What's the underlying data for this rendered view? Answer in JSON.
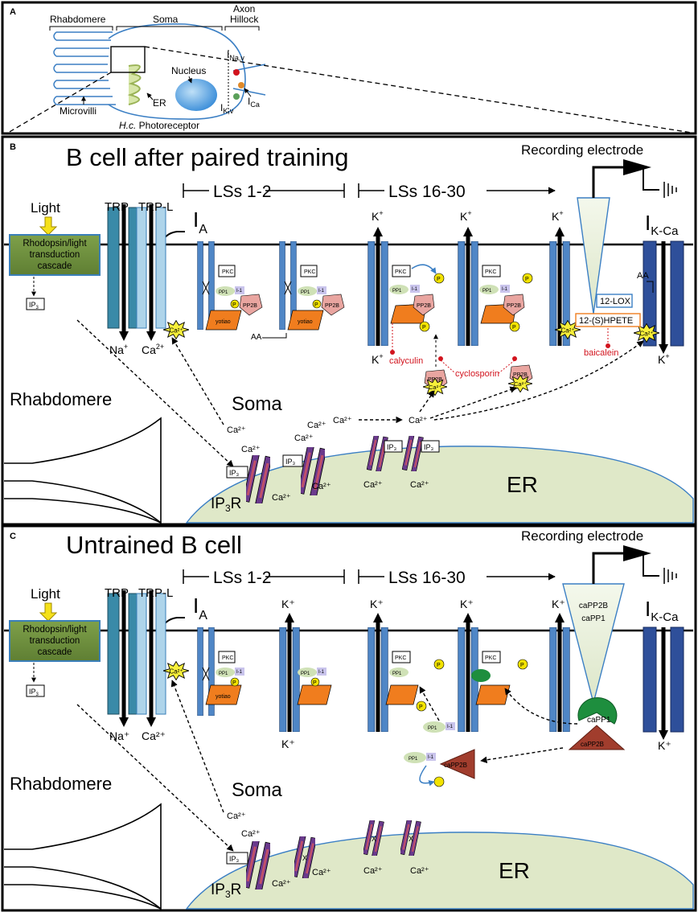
{
  "panel_a": {
    "letter": "A",
    "rhabdomere": "Rhabdomere",
    "soma": "Soma",
    "axon": "Axon",
    "hillock": "Hillock",
    "nucleus": "Nucleus",
    "microvilli": "Microvilli",
    "er": "ER",
    "caption_italic": "H.c.",
    "caption_rest": " Photoreceptor",
    "i_nav": "I",
    "i_nav_sub": "Na,v",
    "i_kv": "I",
    "i_kv_sub": "K,v",
    "i_ca": "I",
    "i_ca_sub": "Ca"
  },
  "panel_b": {
    "letter": "B",
    "title": "B cell after paired training",
    "recording": "Recording electrode",
    "lss_early": "LSs 1-2",
    "lss_late": "LSs 16-30",
    "light": "Light",
    "cascade": [
      "Rhodopsin/light",
      "transduction",
      "cascade"
    ],
    "ip3": "IP",
    "ip3_sub": "3",
    "trp": "TRP",
    "trpl": "TRP-L",
    "ia": "I",
    "ia_sub": "A",
    "ikca": "I",
    "ikca_sub": "K-Ca",
    "na": "Na",
    "ca": "Ca",
    "k": "K",
    "plus": "+",
    "twoplus": "2+",
    "pkc": "PKC",
    "pp1": "PP1",
    "i1": "I-1",
    "p": "P",
    "pp2b": "PP2B",
    "yotiao": "yotiao",
    "aa": "AA",
    "calyculin": "calyculin",
    "cyclosporin": "cyclosporin",
    "baicalein": "baicalein",
    "lox": "12-LOX",
    "hpete": "12-(S)HPETE",
    "rhabdomere": "Rhabdomere",
    "soma": "Soma",
    "er": "ER",
    "ip3r": "IP",
    "ip3r_sub": "3",
    "ip3r_r": "R"
  },
  "panel_c": {
    "letter": "C",
    "title": "Untrained B cell",
    "recording": "Recording electrode",
    "lss_early": "LSs 1-2",
    "lss_late": "LSs 16-30",
    "light": "Light",
    "cascade": [
      "Rhodopsin/light",
      "transduction",
      "cascade"
    ],
    "ip3": "IP",
    "ip3_sub": "3",
    "trp": "TRP",
    "trpl": "TRP-L",
    "ia": "I",
    "ia_sub": "A",
    "ikca": "I",
    "ikca_sub": "K-Ca",
    "electrode_pp2b": "caPP2B",
    "electrode_pp1": "caPP1",
    "capp1": "caPP1",
    "capp2b": "caPP2B",
    "pp1": "PP1",
    "i1": "I-1",
    "pkc": "PKC",
    "p": "P",
    "yotiao": "yotiao",
    "x": "X",
    "rhabdomere": "Rhabdomere",
    "soma": "Soma",
    "er": "ER",
    "ip3r": "IP",
    "ip3r_sub": "3",
    "ip3r_r": "R"
  },
  "colors": {
    "channel": "#4f86c6",
    "channel_dark": "#2e4f9a",
    "trp": "#3a8aa8",
    "trpl": "#aed4ea",
    "cascade_green": "#6b8e3a",
    "er_fill": "#dfe8c8",
    "yotiao": "#f07d1e",
    "pp2b": "#e9a5a0",
    "phospho": "#f3e300",
    "capp1": "#1e8e3e",
    "capp2b": "#a13d2d",
    "ca_star": "#f7ef3a",
    "inhibitor_red": "#d2141e"
  }
}
